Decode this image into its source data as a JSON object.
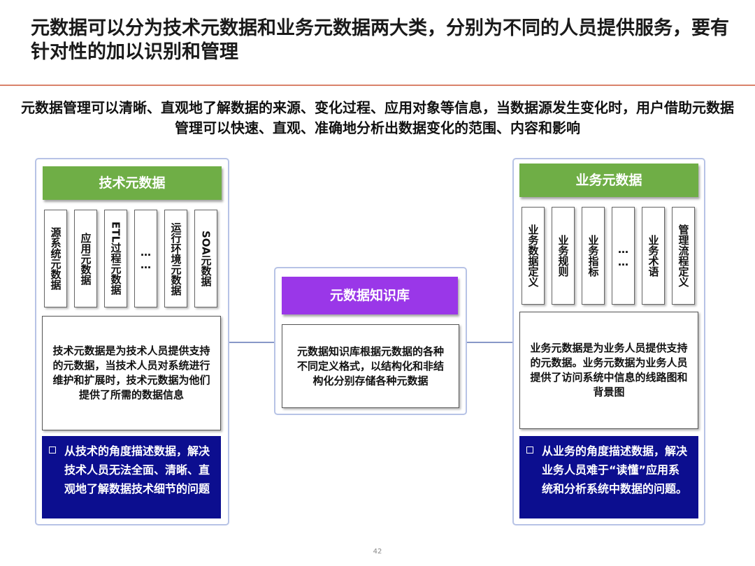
{
  "slide": {
    "title": "元数据可以分为技术元数据和业务元数据两大类，分别为不同的人员提供服务，要有针对性的加以识别和管理",
    "subtitle": "元数据管理可以清晰、直观地了解数据的来源、变化过程、应用对象等信息，当数据源发生变化时，用户借助元数据管理可以快速、直观、准确地分析出数据变化的范围、内容和影响",
    "page_number": "42"
  },
  "technical": {
    "header": "技术元数据",
    "cards": [
      "源系统元数据",
      "应用元数据",
      "ETL过程元数据",
      "……",
      "运行环境元数据",
      "SOA元数据"
    ],
    "description": "技术元数据是为技术人员提供支持的元数据，当技术人员对系统进行维护和扩展时，技术元数据为他们提供了所需的数据信息",
    "purpose": "从技术的角度描述数据，解决技术人员无法全面、清晰、直观地了解数据技术细节的问题"
  },
  "knowledge_base": {
    "header": "元数据知识库",
    "description": "元数据知识库根据元数据的各种不同定义格式，以结构化和非结构化分别存储各种元数据"
  },
  "business": {
    "header": "业务元数据",
    "cards": [
      "业务数据定义",
      "业务规则",
      "业务指标",
      "……",
      "业务术语",
      "管理流程定义"
    ],
    "description": "业务元数据是为业务人员提供支持的元数据。业务元数据为业务人员提供了访问系统中信息的线路图和背景图",
    "purpose": "从业务的角度描述数据，解决业务人员难于“读懂”应用系统和分析系统中数据的问题。"
  },
  "colors": {
    "header_green": "#6fae46",
    "header_purple": "#9a37e8",
    "purpose_blue": "#0c0e8f",
    "panel_border": "#b7c3e6",
    "title_rule": "#d9826a"
  }
}
